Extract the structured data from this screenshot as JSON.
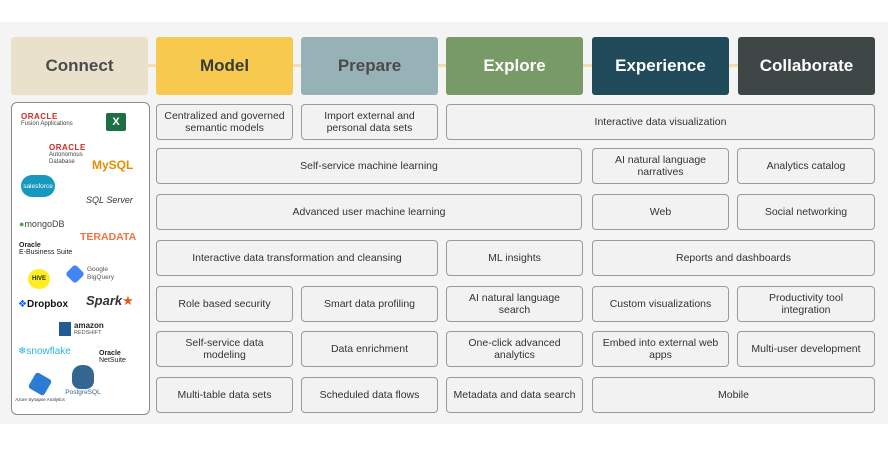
{
  "stages": [
    {
      "label": "Connect",
      "bg": "#e9e1cc",
      "fg": "#4b4b4b"
    },
    {
      "label": "Model",
      "bg": "#f7c94e",
      "fg": "#3a3a3a"
    },
    {
      "label": "Prepare",
      "bg": "#97b2b6",
      "fg": "#4b4b4b"
    },
    {
      "label": "Explore",
      "bg": "#779a66",
      "fg": "#ffffff"
    },
    {
      "label": "Experience",
      "bg": "#214a5a",
      "fg": "#ffffff"
    },
    {
      "label": "Collaborate",
      "bg": "#3e4745",
      "fg": "#ffffff"
    }
  ],
  "capabilities": {
    "centralized_models": "Centralized and governed semantic models",
    "import_data_sets": "Import external and personal data sets",
    "interactive_viz": "Interactive data visualization",
    "self_service_ml": "Self-service machine learning",
    "ai_narratives": "AI natural language narratives",
    "analytics_catalog": "Analytics catalog",
    "advanced_ml": "Advanced user machine learning",
    "web": "Web",
    "social_networking": "Social networking",
    "data_transformation": "Interactive data transformation and cleansing",
    "ml_insights": "ML insights",
    "reports_dashboards": "Reports and dashboards",
    "role_security": "Role based security",
    "smart_profiling": "Smart data profiling",
    "ai_search": "AI natural language search",
    "custom_viz": "Custom visualizations",
    "productivity_tool": "Productivity tool integration",
    "self_service_modeling": "Self-service data modeling",
    "data_enrichment": "Data enrichment",
    "one_click_analytics": "One-click advanced analytics",
    "embed_web_apps": "Embed into external web apps",
    "multi_user_dev": "Multi-user development",
    "multi_table": "Multi-table data sets",
    "scheduled_flows": "Scheduled data flows",
    "metadata_search": "Metadata and data search",
    "mobile": "Mobile"
  },
  "sources": {
    "oracle1": "ORACLE",
    "fusion": "Fusion Applications",
    "excel": "X",
    "oracle2": "ORACLE",
    "autonomous": "Autonomous Database",
    "mysql": "MySQL",
    "salesforce": "salesforce",
    "sqlserver": "SQL Server",
    "mongodb": "mongoDB",
    "teradata": "TERADATA",
    "oracle_ebs": "Oracle",
    "ebs": "E-Business Suite",
    "hive": "HIVE",
    "bigquery": "Google BigQuery",
    "dropbox": "Dropbox",
    "spark": "Spark",
    "amazon": "amazon",
    "redshift": "REDSHIFT",
    "snowflake": "snowflake",
    "oracle_ns": "Oracle",
    "netsuite": "NetSuite",
    "synapse": "Azure Synapse Analytics",
    "postgres": "PostgreSQL"
  },
  "colors": {
    "cell_bg": "#f2f2f2",
    "cell_border": "#9a9a9a",
    "connector": "#f2dfae"
  }
}
